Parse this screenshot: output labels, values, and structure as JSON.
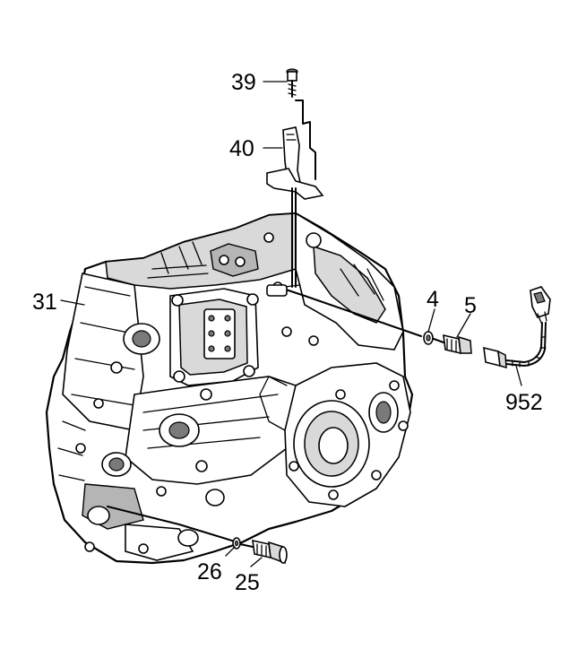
{
  "callouts": {
    "c39": "39",
    "c40": "40",
    "c31": "31",
    "c4": "4",
    "c5": "5",
    "c952": "952",
    "c26": "26",
    "c25": "25"
  }
}
